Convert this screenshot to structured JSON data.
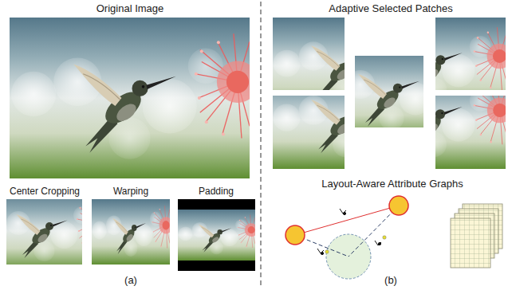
{
  "diagram": {
    "labels": [
      "Original Image",
      "Center Cropping",
      "Warping",
      "Padding",
      "(a)",
      "Adaptive Selected Patches",
      "Layout-Aware Attribute Graphs",
      "(b)"
    ]
  }
}
